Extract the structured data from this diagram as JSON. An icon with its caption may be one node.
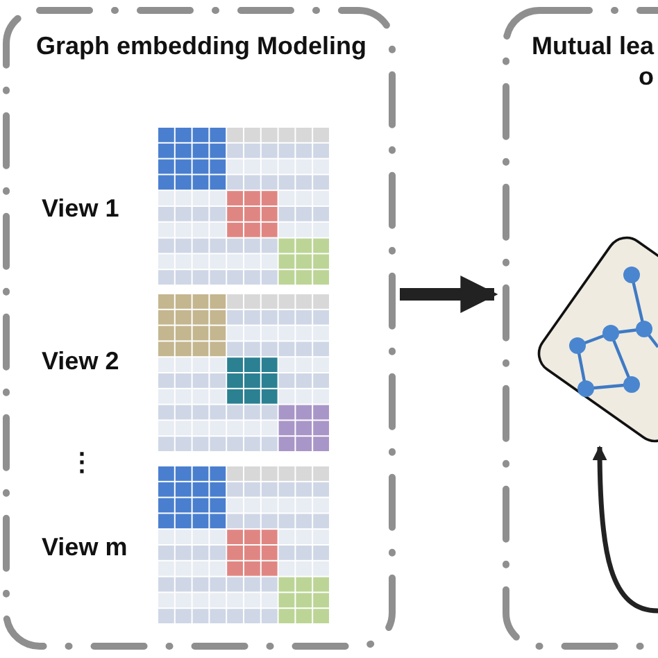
{
  "diagram": {
    "nodes": [
      {
        "text": [
          "Graph embedding Modeling"
        ]
      },
      {
        "text": [
          "Mutual lea o"
        ]
      },
      {
        "text": [],
        "shape": "box",
        "in": 1
      }
    ],
    "edges": [
      {
        "from": 0,
        "to": 1,
        "arrow": "to",
        "style": "thick"
      },
      {
        "from": null,
        "to": 2,
        "arrow": "to"
      }
    ],
    "labels": [
      "View 1",
      "View 2",
      "⋮",
      "View m"
    ]
  }
}
